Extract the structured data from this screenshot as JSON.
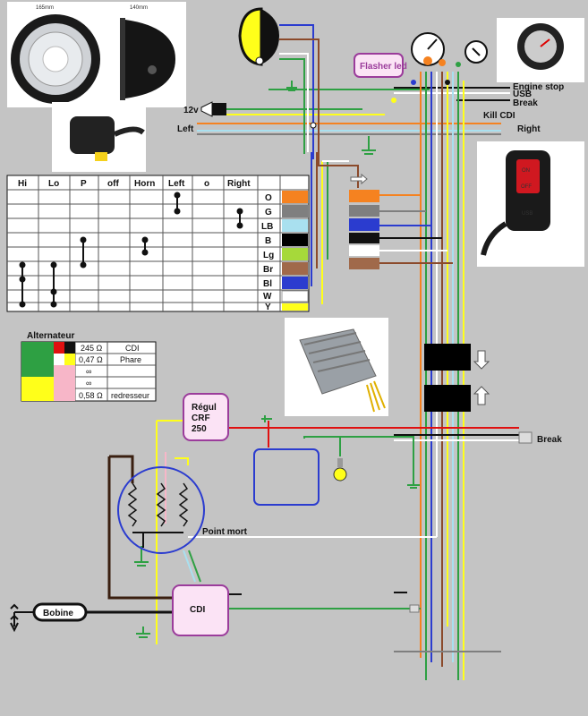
{
  "photos": {
    "headlight_dims": [
      "165mm",
      "140mm"
    ]
  },
  "labels": {
    "v12": "12v",
    "left": "Left",
    "right": "Right",
    "flasher": "Flasher led",
    "engine_stop": "Engine stop",
    "usb": "USB",
    "break_top": "Break",
    "kill_cdi": "Kill CDI",
    "regul": [
      "Régul",
      "CRF",
      "250"
    ],
    "break_bottom": "Break",
    "point_mort": "Point mort",
    "cdi": "CDI",
    "bobine": "Bobine"
  },
  "switch_table": {
    "headers": [
      "Hi",
      "Lo",
      "P",
      "off",
      "Horn",
      "Left",
      "o",
      "Right",
      ""
    ],
    "wires": [
      {
        "code": "O",
        "color": "#f58220"
      },
      {
        "code": "G",
        "color": "#7f7f7f"
      },
      {
        "code": "LB",
        "color": "#a9e0ef"
      },
      {
        "code": "B",
        "color": "#000000"
      },
      {
        "code": "Lg",
        "color": "#a6d93a"
      },
      {
        "code": "Br",
        "color": "#a0694a"
      },
      {
        "code": "Bl",
        "color": "#2b3ccf"
      },
      {
        "code": "W",
        "color": "#ffffff"
      },
      {
        "code": "Y",
        "color": "#ffff1a"
      }
    ]
  },
  "alternator": {
    "title": "Alternateur",
    "rows": [
      {
        "value": "245 Ω",
        "use": "CDI"
      },
      {
        "value": "0,47 Ω",
        "use": "Phare"
      },
      {
        "value": "∞",
        "use": ""
      },
      {
        "value": "∞",
        "use": ""
      },
      {
        "value": "0,58 Ω",
        "use": "redresseur"
      }
    ]
  },
  "usb_switch": {
    "on": "ON",
    "off": "OFF",
    "usb": "USB"
  },
  "colors": {
    "background": "#c4c4c4",
    "orange": "#f58220",
    "green": "#2ea043",
    "yellow": "#ffff1a",
    "blue": "#2b3ccf",
    "brown": "#8b4a2b",
    "white": "#ffffff",
    "red": "#e01010",
    "pink": "#f7b6c8",
    "purple": "#9b3c9b",
    "lightblue": "#a9e0ef"
  }
}
